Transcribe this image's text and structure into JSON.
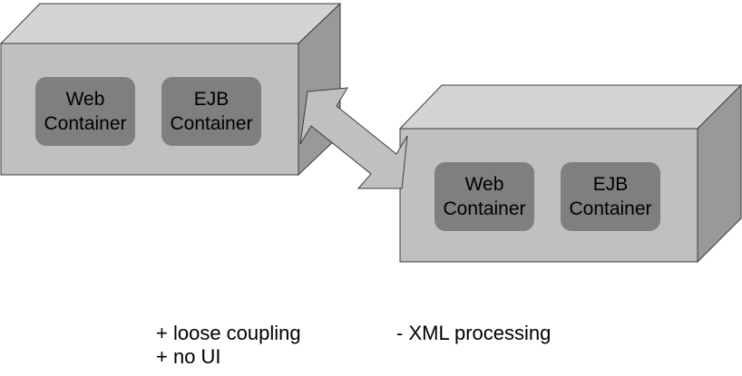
{
  "server_left": {
    "container_a": {
      "line1": "Web",
      "line2": "Container"
    },
    "container_b": {
      "line1": "EJB",
      "line2": "Container"
    }
  },
  "server_right": {
    "container_a": {
      "line1": "Web",
      "line2": "Container"
    },
    "container_b": {
      "line1": "EJB",
      "line2": "Container"
    }
  },
  "notes": {
    "pros": [
      "+ loose coupling",
      "+ no UI"
    ],
    "cons": [
      "- XML processing"
    ]
  },
  "colors": {
    "box_front": "#c0c0c0",
    "box_top": "#d4d4d4",
    "box_side": "#999999",
    "container_fill": "#7f7f7f",
    "arrow_fill": "#c0c0c0",
    "outline": "#3c3c3c"
  }
}
